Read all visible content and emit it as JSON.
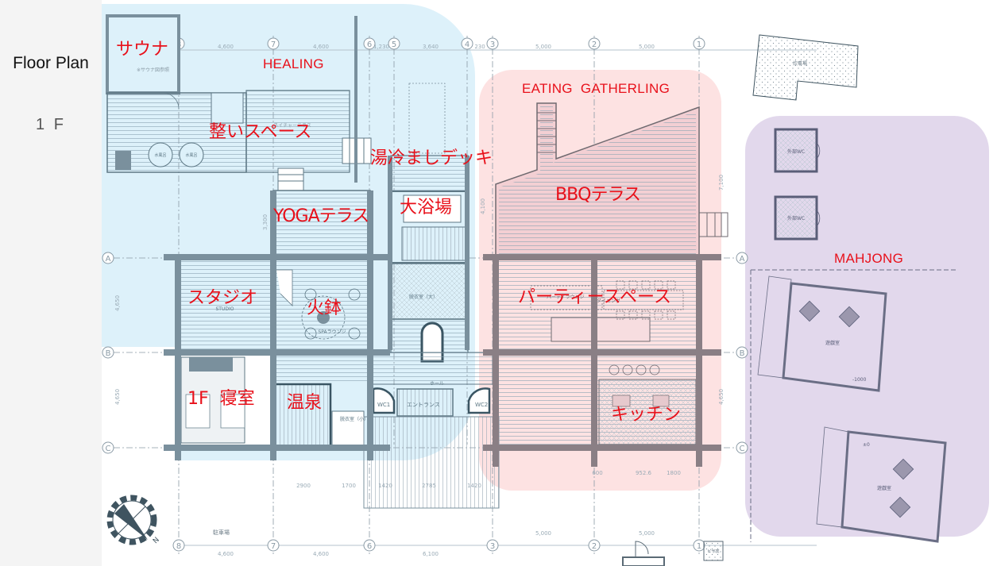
{
  "sidebar": {
    "title": "Floor Plan",
    "floor": "1 F"
  },
  "zones": [
    {
      "name": "HEALING",
      "color": "#ddf1fa"
    },
    {
      "name": "EATING  GATHERLING",
      "color": "#fde2e2"
    },
    {
      "name": "MAHJONG",
      "color": "#e2d8ec"
    }
  ],
  "rooms": {
    "sauna": "サウナ",
    "totonoi": "整いスペース",
    "yuzamashi": "湯冷ましデッキ",
    "daiyokujo": "大浴場",
    "yoga": "YOGAテラス",
    "studio": "スタジオ",
    "hibachi": "火鉢",
    "bedroom": "1F  寝室",
    "onsen": "温泉",
    "bbq": "BBQテラス",
    "party": "パーティースペース",
    "kitchen": "キッチン"
  },
  "grid": {
    "columns": [
      "8",
      "7",
      "6",
      "5",
      "4",
      "3",
      "2",
      "1"
    ],
    "rows": [
      "A",
      "B",
      "C"
    ],
    "top_dimensions": [
      "4,600",
      "4,600",
      "1,230",
      "3,640",
      "230",
      "5,000",
      "5,000"
    ],
    "bottom_dimensions": [
      "4,600",
      "4,600",
      "6,100",
      "5,000",
      "5,000"
    ],
    "side_dimensions": [
      "3,300",
      "4,650",
      "4,650",
      "7,100",
      "4,100"
    ],
    "sub_dimensions": [
      "2900",
      "1700",
      "1420",
      "2785",
      "1420",
      "600",
      "952.6",
      "1800"
    ]
  },
  "annotations": {
    "parking": "駐車場",
    "entrance": "エントランス",
    "hall": "ホール",
    "wc1": "WC1",
    "wc2": "WC2",
    "outdoor_wc": "外部WC",
    "game_room": "遊戯室",
    "pizza_oven": "ピザ窯",
    "storage": "炊事場",
    "sauna_note": "※サウナ図参照",
    "nature_terrace": "ネイチャーテラス",
    "studio_en": "STUDIO",
    "spa_lounge": "SPAラウンジ",
    "dressing_large": "脱衣室（大）",
    "dressing_small": "脱衣室（小）",
    "party_lounge": "パーティラウンジ",
    "dining": "ダイニング",
    "level_mark": "±0",
    "level_minus": "-1000",
    "water_bath": "水風呂",
    "north": "N"
  }
}
